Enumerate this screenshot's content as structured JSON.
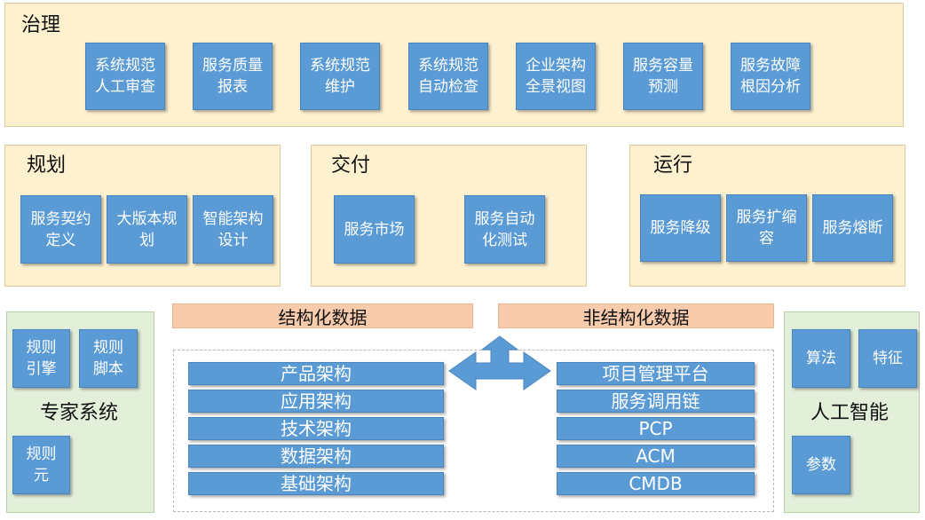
{
  "governance": {
    "title": "治理",
    "items": [
      "系统规范\n人工审查",
      "服务质量\n报表",
      "系统规范\n维护",
      "系统规范\n自动检查",
      "企业架构\n全景视图",
      "服务容量\n预测",
      "服务故障\n根因分析"
    ]
  },
  "planning": {
    "title": "规划",
    "items": [
      "服务契约\n定义",
      "大版本规\n划",
      "智能架构\n设计"
    ]
  },
  "delivery": {
    "title": "交付",
    "items": [
      "服务市场",
      "服务自动\n化测试"
    ]
  },
  "operation": {
    "title": "运行",
    "items": [
      "服务降级",
      "服务扩缩\n容",
      "服务熔断"
    ]
  },
  "expert": {
    "title": "专家系统",
    "items": [
      "规则\n引擎",
      "规则\n脚本",
      "规则\n元"
    ]
  },
  "ai": {
    "title": "人工智能",
    "items": [
      "算法",
      "特征",
      "参数"
    ]
  },
  "structured": {
    "title": "结构化数据",
    "items": [
      "产品架构",
      "应用架构",
      "技术架构",
      "数据架构",
      "基础架构"
    ]
  },
  "unstructured": {
    "title": "非结构化数据",
    "items": [
      "项目管理平台",
      "服务调用链",
      "PCP",
      "ACM",
      "CMDB"
    ]
  },
  "colors": {
    "box_fill": "#5b9bd5",
    "panel_yellow": "#fdf1cf",
    "panel_green": "#e2efd9",
    "header_orange": "#f8cbad"
  }
}
